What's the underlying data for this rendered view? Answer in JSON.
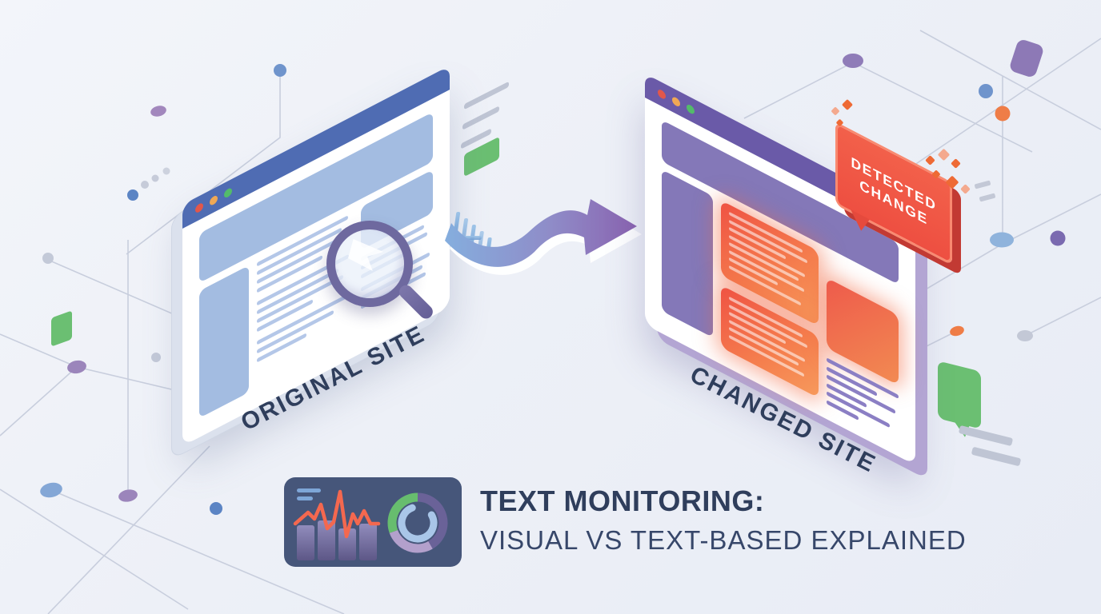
{
  "caption": {
    "title": "TEXT MONITORING:",
    "subtitle": "VISUAL VS TEXT-BASED EXPLAINED"
  },
  "original_window": {
    "label": "ORIGINAL SITE"
  },
  "changed_window": {
    "label": "CHANGED SITE",
    "badge_line1": "DETECTED",
    "badge_line2": "CHANGE"
  },
  "icons": {
    "magnifier": "magnifying-glass-icon",
    "arrow": "curved-right-arrow-icon",
    "dashboard": "mini-dashboard-chart-icon",
    "window_controls": "traffic-light-dots",
    "speech_bubble": "green-speech-bubble-icon"
  },
  "theme": {
    "bg": "#eef1f7",
    "net-line": "#c8cedd",
    "blue-bar": "#4f6cb3",
    "blue-block": "#a3bce1",
    "blue-line": "#b4c7e8",
    "purple-bar": "#6a5aa8",
    "purple-block": "#8478b8",
    "purple-line": "#8b7fc4",
    "hot-red": "#ef5243",
    "hot-orange": "#f58a55",
    "badge-face": "#f15b44",
    "badge-side": "#c23a33",
    "navy": "#2f3e5c",
    "green": "#6bbf72",
    "icon-bg": "#46567a",
    "zigzag": "#f4684f",
    "donut-green": "#67bd6e",
    "donut-purple": "#6a6298",
    "donut-lavender": "#b3a0cc",
    "donut-inner": "#a9c6e8",
    "arrow-start": "#85aede",
    "arrow-end": "#8a63b0",
    "magnifier-rim": "#6e699f",
    "tl-red": "#e2574b",
    "tl-orange": "#f0a855",
    "tl-green": "#53bb6a"
  }
}
